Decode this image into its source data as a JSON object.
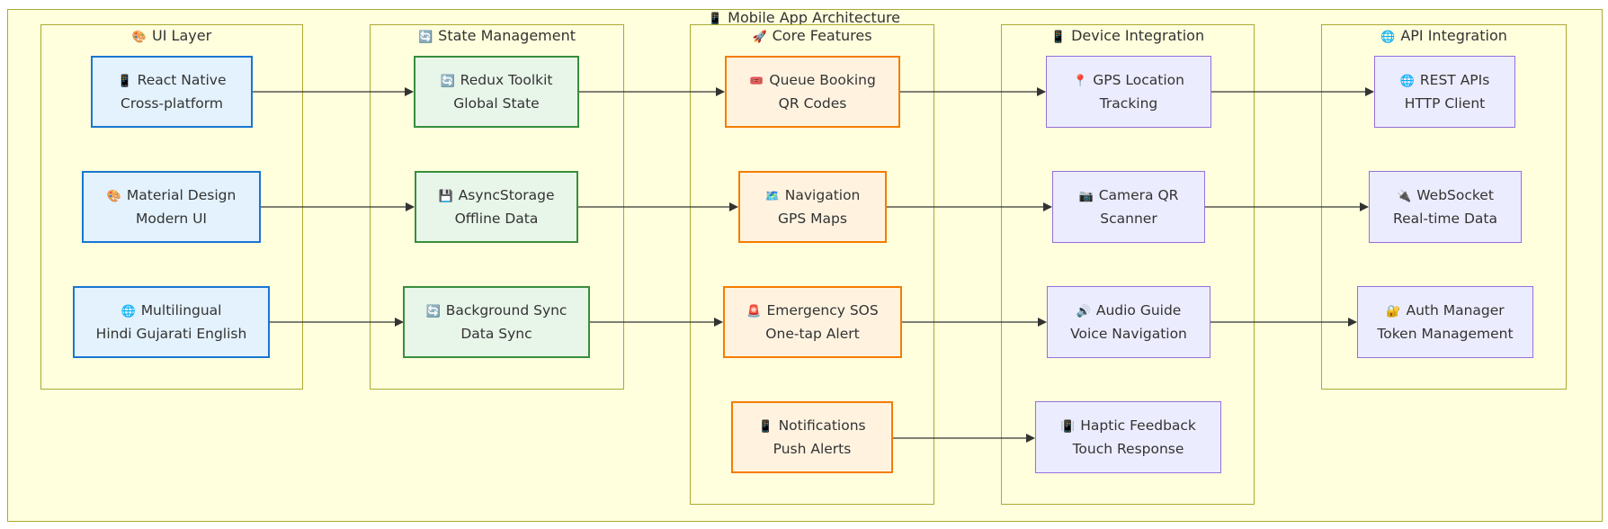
{
  "diagram": {
    "title_icon": "📱",
    "title": "Mobile App Architecture",
    "groups": [
      {
        "icon": "🎨",
        "label": "UI Layer"
      },
      {
        "icon": "🔄",
        "label": "State Management"
      },
      {
        "icon": "🚀",
        "label": "Core Features"
      },
      {
        "icon": "📱",
        "label": "Device Integration"
      },
      {
        "icon": "🌐",
        "label": "API Integration"
      }
    ],
    "nodes": {
      "react_native": {
        "icon": "📱",
        "line1": "React Native",
        "line2": "Cross-platform"
      },
      "material": {
        "icon": "🎨",
        "line1": "Material Design",
        "line2": "Modern UI"
      },
      "multilingual": {
        "icon": "🌐",
        "line1": "Multilingual",
        "line2": "Hindi Gujarati English"
      },
      "redux": {
        "icon": "🔄",
        "line1": "Redux Toolkit",
        "line2": "Global State"
      },
      "asyncstorage": {
        "icon": "💾",
        "line1": "AsyncStorage",
        "line2": "Offline Data"
      },
      "bgsync": {
        "icon": "🔄",
        "line1": "Background Sync",
        "line2": "Data Sync"
      },
      "queue": {
        "icon": "🎟️",
        "line1": "Queue Booking",
        "line2": "QR Codes"
      },
      "navigation": {
        "icon": "🗺️",
        "line1": "Navigation",
        "line2": "GPS Maps"
      },
      "sos": {
        "icon": "🚨",
        "line1": "Emergency SOS",
        "line2": "One-tap Alert"
      },
      "notifications": {
        "icon": "📱",
        "line1": "Notifications",
        "line2": "Push Alerts"
      },
      "gps": {
        "icon": "📍",
        "line1": "GPS Location",
        "line2": "Tracking"
      },
      "camera": {
        "icon": "📷",
        "line1": "Camera QR",
        "line2": "Scanner"
      },
      "audio": {
        "icon": "🔊",
        "line1": "Audio Guide",
        "line2": "Voice Navigation"
      },
      "haptic": {
        "icon": "📳",
        "line1": "Haptic Feedback",
        "line2": "Touch Response"
      },
      "rest": {
        "icon": "🌐",
        "line1": "REST APIs",
        "line2": "HTTP Client"
      },
      "websocket": {
        "icon": "🔌",
        "line1": "WebSocket",
        "line2": "Real-time Data"
      },
      "auth": {
        "icon": "🔐",
        "line1": "Auth Manager",
        "line2": "Token Management"
      }
    }
  }
}
